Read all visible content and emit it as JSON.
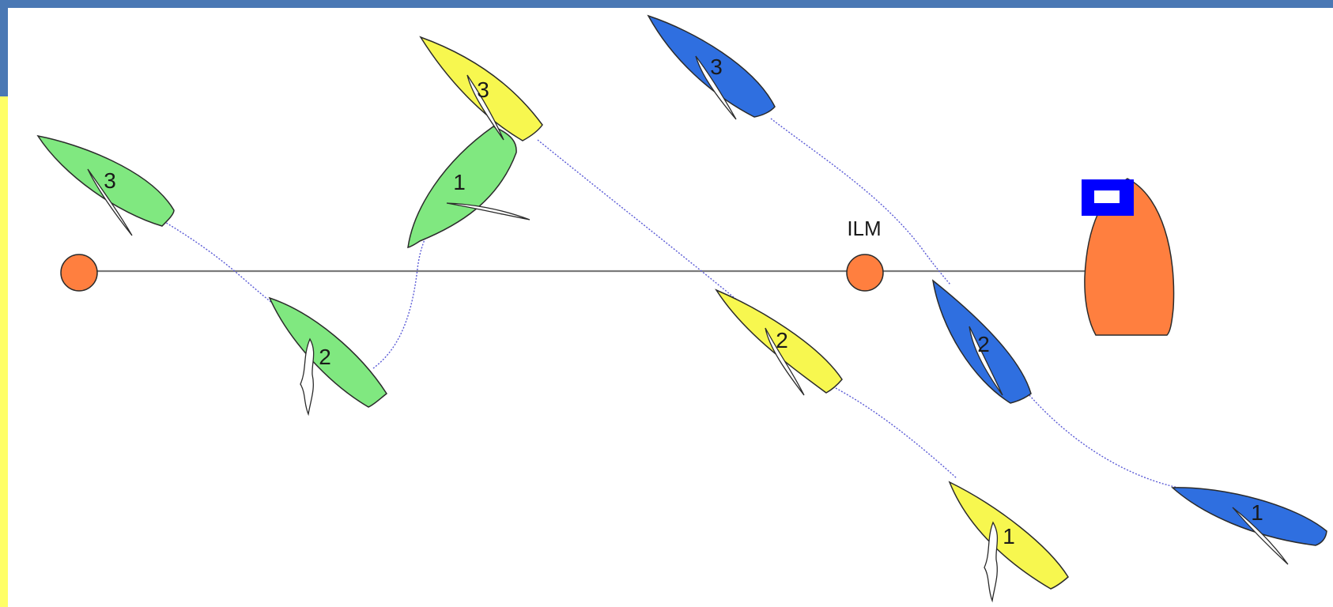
{
  "colors": {
    "header_bar": "#4a78b4",
    "left_strip_yellow": "#ffff66",
    "green_boat": "#80e880",
    "yellow_boat": "#f7f74f",
    "blue_boat": "#2f6fe0",
    "mark_orange": "#ff7f3f",
    "track_blue": "#5b5bd6",
    "line_gray": "#7a7a7a",
    "flag_blue": "#0000ff"
  },
  "marks": {
    "ilm_label": "ILM"
  },
  "boats": {
    "green": [
      {
        "label": "3"
      },
      {
        "label": "2"
      },
      {
        "label": "1"
      }
    ],
    "yellow": [
      {
        "label": "3"
      },
      {
        "label": "2"
      },
      {
        "label": "1"
      }
    ],
    "blue": [
      {
        "label": "3"
      },
      {
        "label": "2"
      },
      {
        "label": "1"
      }
    ]
  }
}
